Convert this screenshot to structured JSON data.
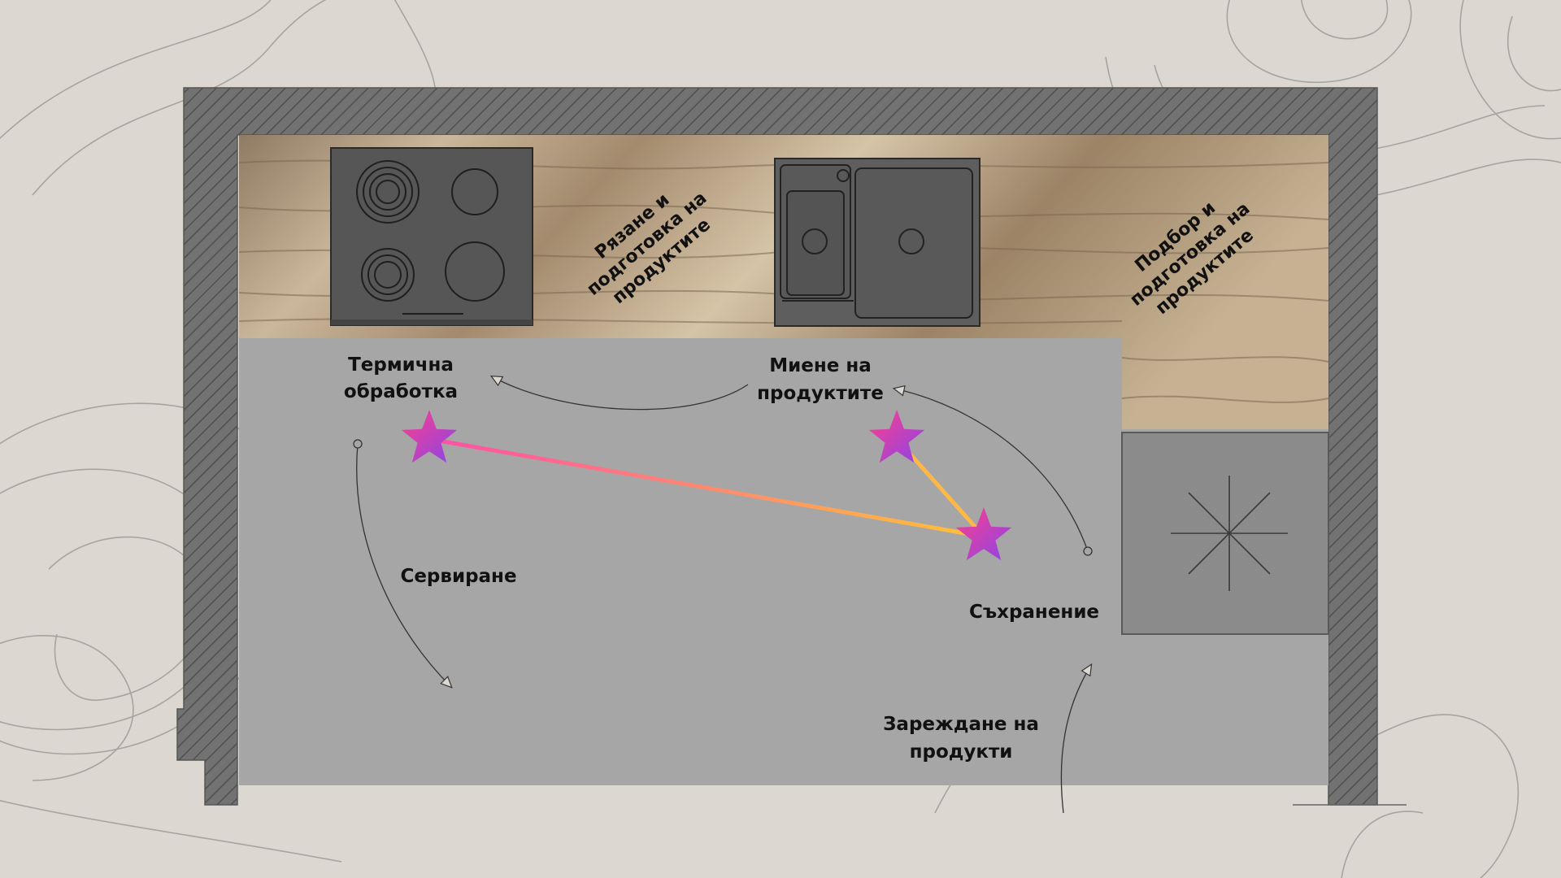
{
  "diagram": {
    "labels": {
      "cutting": [
        "Рязане и",
        "подготовка на",
        "продуктите"
      ],
      "selection": [
        "Подбор и",
        "подготовка на",
        "продуктите"
      ],
      "thermal": [
        "Термична",
        "обработка"
      ],
      "washing": [
        "Миене на",
        "продуктите"
      ],
      "serving": "Сервиране",
      "storage": "Съхранение",
      "loading": [
        "Зареждане на",
        "продукти"
      ]
    },
    "icons": {
      "stove": "cooktop-icon",
      "sink": "sink-icon",
      "fridge": "fridge-icon",
      "zones": "star-icon"
    },
    "colors": {
      "background": "#dcd8d1",
      "wall": "#6f6f6f",
      "floor": "#a6a6a6",
      "appliance": "#5a5a5a",
      "triangle_pink": "#ff4fa8",
      "triangle_yellow": "#ffd23a",
      "star_pink": "#ff3f8c",
      "star_purple": "#8a44e8"
    }
  }
}
